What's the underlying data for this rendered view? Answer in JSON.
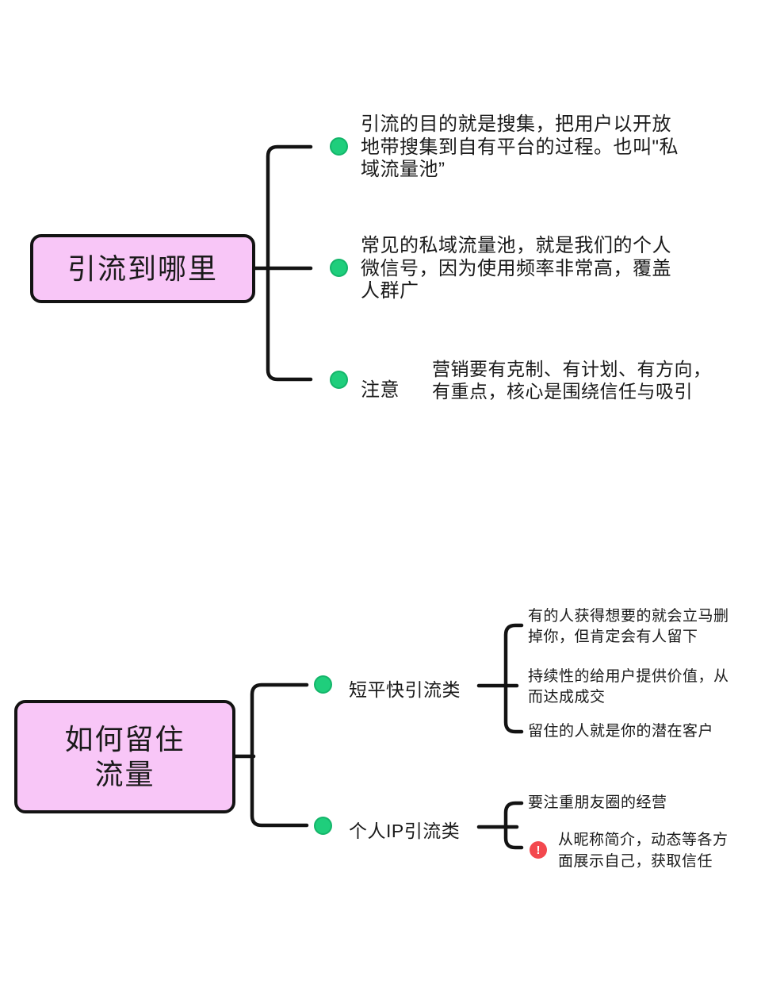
{
  "colors": {
    "background": "#ffffff",
    "line": "#131313",
    "text": "#1a1a1a",
    "node_fill": "#f8c6f7",
    "node_border": "#131313",
    "dot_fill": "#1fce7c",
    "dot_border": "#14b56a",
    "alert_red": "#f3484e"
  },
  "icons": {
    "alert_glyph": "!"
  },
  "tree1": {
    "root_label": "引流到哪里",
    "branches": [
      {
        "text": "引流的目的就是搜集，把用户以开放\n地带搜集到自有平台的过程。也叫\"私\n域流量池”"
      },
      {
        "text": "常见的私域流量池，就是我们的个人\n微信号，因为使用频率非常高，覆盖\n人群广"
      },
      {
        "label": "注意",
        "note": "营销要有克制、有计划、有方向，\n有重点，核心是围绕信任与吸引"
      }
    ]
  },
  "tree2": {
    "root_label": "如何留住\n流量",
    "branches": [
      {
        "label": "短平快引流类",
        "children": [
          {
            "text": "有的人获得想要的就会立马删\n掉你，但肯定会有人留下"
          },
          {
            "text": "持续性的给用户提供价值，从\n而达成成交"
          },
          {
            "text": "留住的人就是你的潜在客户"
          }
        ]
      },
      {
        "label": "个人IP引流类",
        "children": [
          {
            "text": "要注重朋友圈的经营"
          },
          {
            "text": "从昵称简介，动态等各方\n面展示自己，获取信任"
          }
        ]
      }
    ]
  }
}
